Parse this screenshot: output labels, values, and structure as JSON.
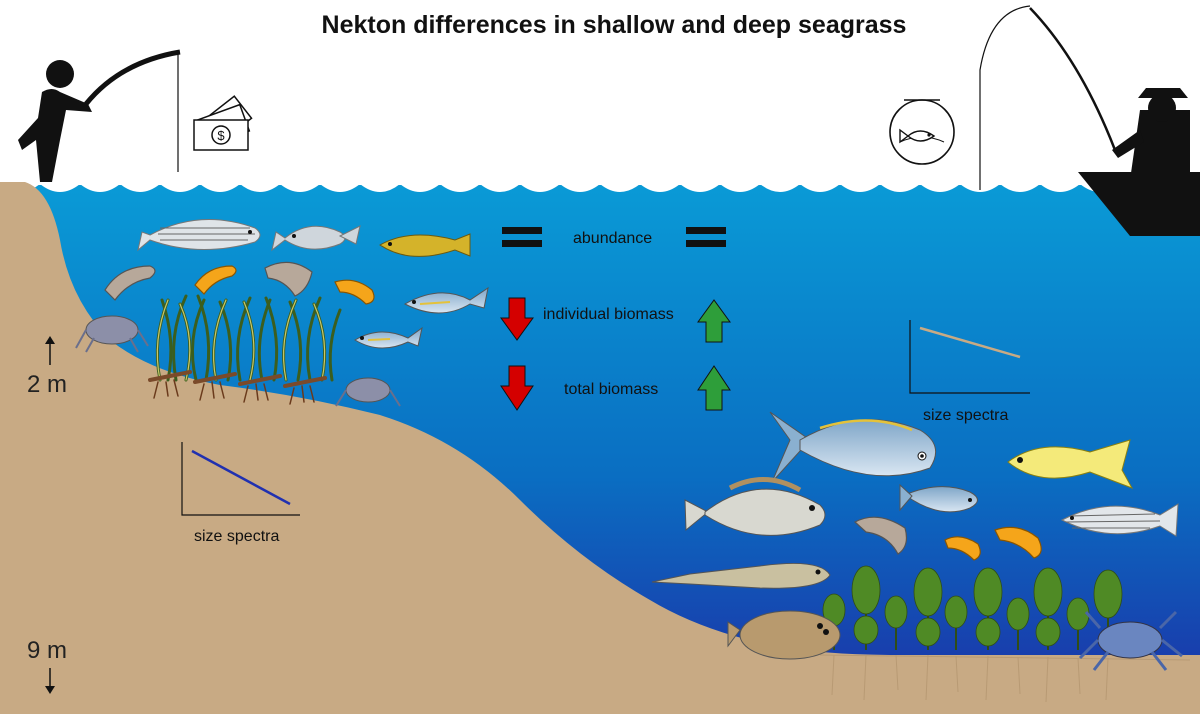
{
  "title": "Nekton differences in shallow and deep seagrass",
  "comparisons": [
    {
      "label": "abundance",
      "shallow": "equal",
      "deep": "equal"
    },
    {
      "label": "individual biomass",
      "shallow": "down",
      "deep": "up"
    },
    {
      "label": "total biomass",
      "shallow": "down",
      "deep": "up"
    }
  ],
  "depth_labels": {
    "shallow": "2 m",
    "deep": "9 m"
  },
  "size_spectra": {
    "shallow": {
      "label": "size spectra",
      "slope": "steep"
    },
    "deep": {
      "label": "size spectra",
      "slope": "shallow"
    }
  },
  "icons": [
    "money-icon",
    "fishbowl-icon",
    "angler-on-shore-icon",
    "angler-in-boat-icon"
  ],
  "colors": {
    "water_top": "#0a9ad6",
    "water_bottom": "#1d2fa6",
    "sand": "#c8aa84",
    "arrow_down": "#d40000",
    "arrow_up": "#2e9e3a",
    "shallow_spectrum_line": "#2030b0",
    "deep_spectrum_line": "#c8aa84"
  }
}
